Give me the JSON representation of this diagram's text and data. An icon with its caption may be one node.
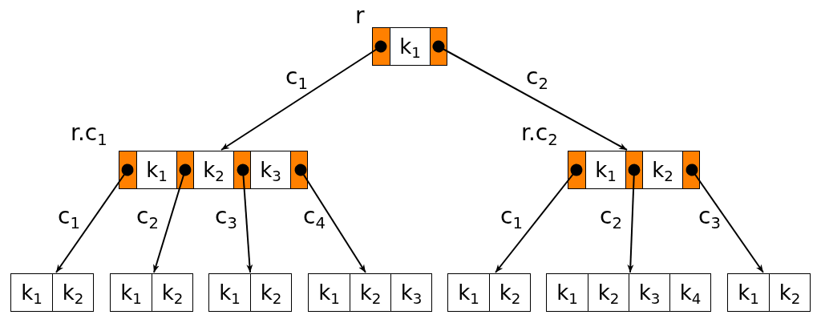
{
  "diagram": {
    "nodes": [
      {
        "text": [
          "k$_{1}$"
        ],
        "beside": [
          "r"
        ]
      },
      {
        "text": [
          "k$_{1}$",
          "k$_{2}$",
          "k$_{3}$"
        ],
        "beside": [
          "r.c$_{1}$"
        ]
      },
      {
        "text": [
          "k$_{1}$",
          "k$_{2}$"
        ],
        "beside": [
          "r.c$_{2}$"
        ]
      },
      {
        "text": [
          "k$_{1}$",
          "k$_{2}$"
        ]
      },
      {
        "text": [
          "k$_{1}$",
          "k$_{2}$"
        ]
      },
      {
        "text": [
          "k$_{1}$",
          "k$_{2}$"
        ]
      },
      {
        "text": [
          "k$_{1}$",
          "k$_{2}$",
          "k$_{3}$"
        ]
      },
      {
        "text": [
          "k$_{1}$",
          "k$_{2}$"
        ]
      },
      {
        "text": [
          "k$_{1}$",
          "k$_{2}$",
          "k$_{3}$",
          "k$_{4}$"
        ]
      },
      {
        "text": [
          "k$_{1}$",
          "k$_{2}$"
        ]
      }
    ],
    "edges": [
      {
        "from": 0,
        "to": 1,
        "arrow": "to",
        "label": "c$_{1}$"
      },
      {
        "from": 0,
        "to": 2,
        "arrow": "to",
        "label": "c$_{2}$"
      },
      {
        "from": 1,
        "to": 3,
        "arrow": "to",
        "label": "c$_{1}$"
      },
      {
        "from": 1,
        "to": 4,
        "arrow": "to",
        "label": "c$_{2}$"
      },
      {
        "from": 1,
        "to": 5,
        "arrow": "to",
        "label": "c$_{3}$"
      },
      {
        "from": 1,
        "to": 6,
        "arrow": "to",
        "label": "c$_{4}$"
      },
      {
        "from": 2,
        "to": 7,
        "arrow": "to",
        "label": "c$_{1}$"
      },
      {
        "from": 2,
        "to": 8,
        "arrow": "to",
        "label": "c$_{2}$"
      },
      {
        "from": 2,
        "to": 9,
        "arrow": "to",
        "label": "c$_{3}$"
      }
    ]
  }
}
